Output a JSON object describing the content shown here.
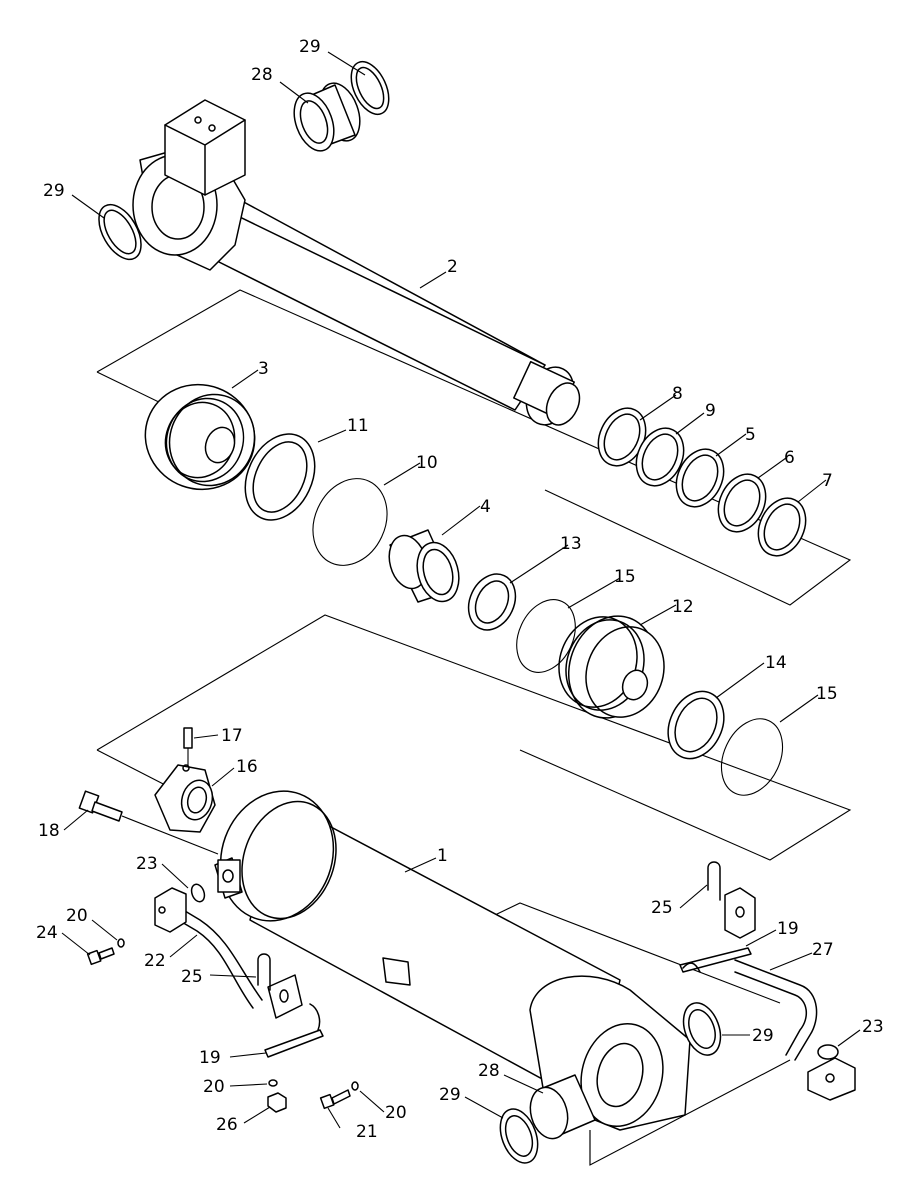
{
  "labels": {
    "l1": "1",
    "l2": "2",
    "l3": "3",
    "l4": "4",
    "l5": "5",
    "l6": "6",
    "l7": "7",
    "l8": "8",
    "l9": "9",
    "l10": "10",
    "l11": "11",
    "l12": "12",
    "l13": "13",
    "l14": "14",
    "l15a": "15",
    "l15b": "15",
    "l16": "16",
    "l17": "17",
    "l18": "18",
    "l19a": "19",
    "l19b": "19",
    "l20a": "20",
    "l20b": "20",
    "l20c": "20",
    "l21": "21",
    "l22": "22",
    "l23a": "23",
    "l23b": "23",
    "l24": "24",
    "l25a": "25",
    "l25b": "25",
    "l26": "26",
    "l27": "27",
    "l28a": "28",
    "l28b": "28",
    "l29a": "29",
    "l29b": "29",
    "l29c": "29",
    "l29d": "29"
  }
}
